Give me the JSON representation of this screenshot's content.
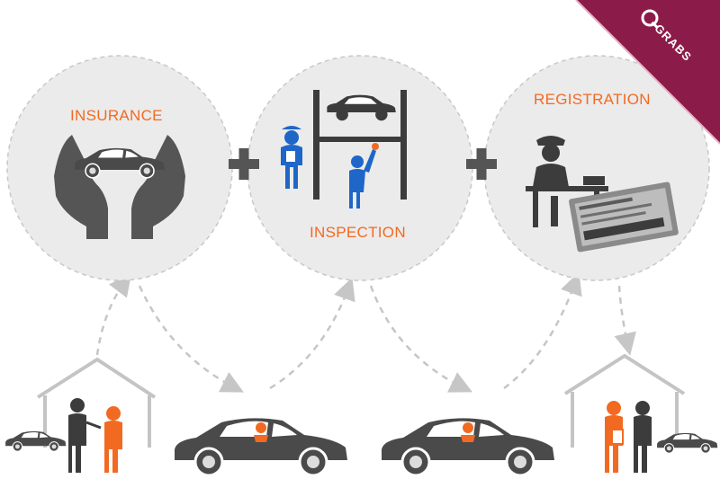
{
  "steps": [
    {
      "id": "insurance",
      "label": "INSURANCE",
      "icon": "hands-holding-car-icon"
    },
    {
      "id": "inspection",
      "label": "INSPECTION",
      "icon": "car-lift-mechanics-icon"
    },
    {
      "id": "registration",
      "label": "REGISTRATION",
      "icon": "officer-at-desk-registration-card-icon"
    }
  ],
  "connectors": {
    "symbol": "plus-icon"
  },
  "badge": {
    "text": "GRABS",
    "icon": "grabs-logo-icon"
  },
  "colors": {
    "accent": "#f26a21",
    "circle_fill": "#ebebeb",
    "circle_stroke": "#c8c8c8",
    "dark_icon": "#3c3c3c",
    "blue_figure": "#1f66c9",
    "car": "#4a4a4a",
    "badge": "#8b1c49"
  }
}
